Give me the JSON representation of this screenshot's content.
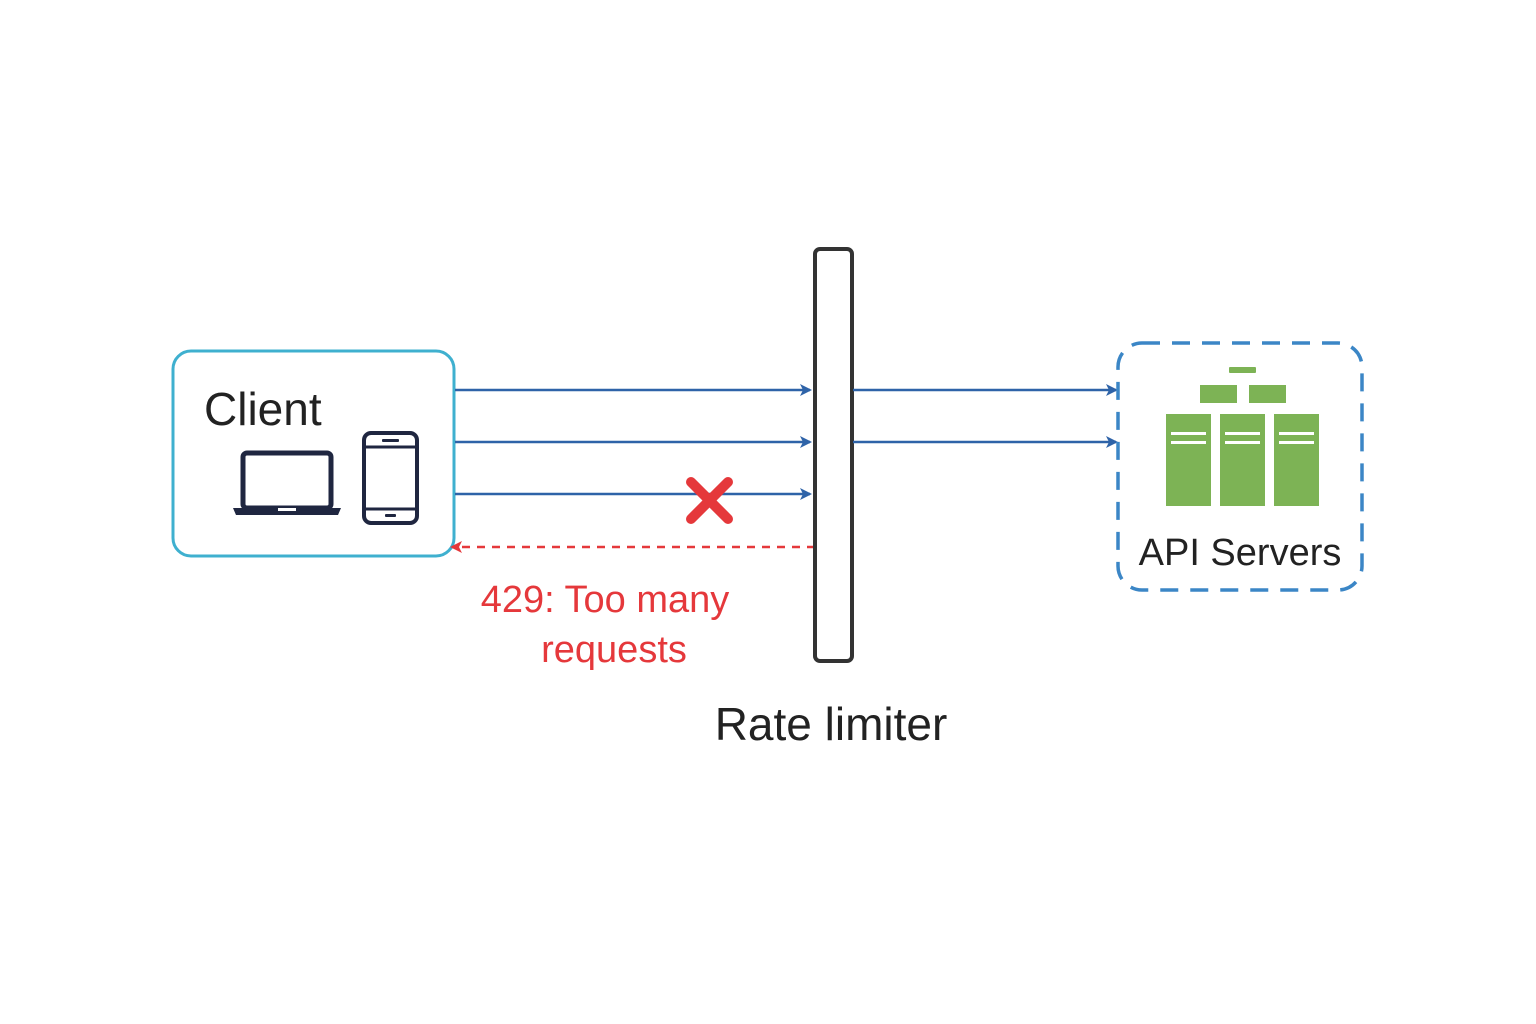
{
  "client": {
    "title": "Client"
  },
  "servers": {
    "label": "API Servers"
  },
  "limiter": {
    "label": "Rate limiter"
  },
  "rejection": {
    "line1": "429: Too many",
    "line2": "requests"
  },
  "colors": {
    "client_border": "#3fb0cf",
    "arrow": "#2e63a8",
    "reject": "#e5383b",
    "x_mark": "#e5383b",
    "server": "#7db355",
    "server_border": "#3b86c6",
    "limiter_border": "#333333",
    "text": "#222222",
    "device": "#1f2640"
  },
  "icons": [
    "laptop-icon",
    "phone-icon",
    "server-rack-icon",
    "reject-x-icon"
  ]
}
